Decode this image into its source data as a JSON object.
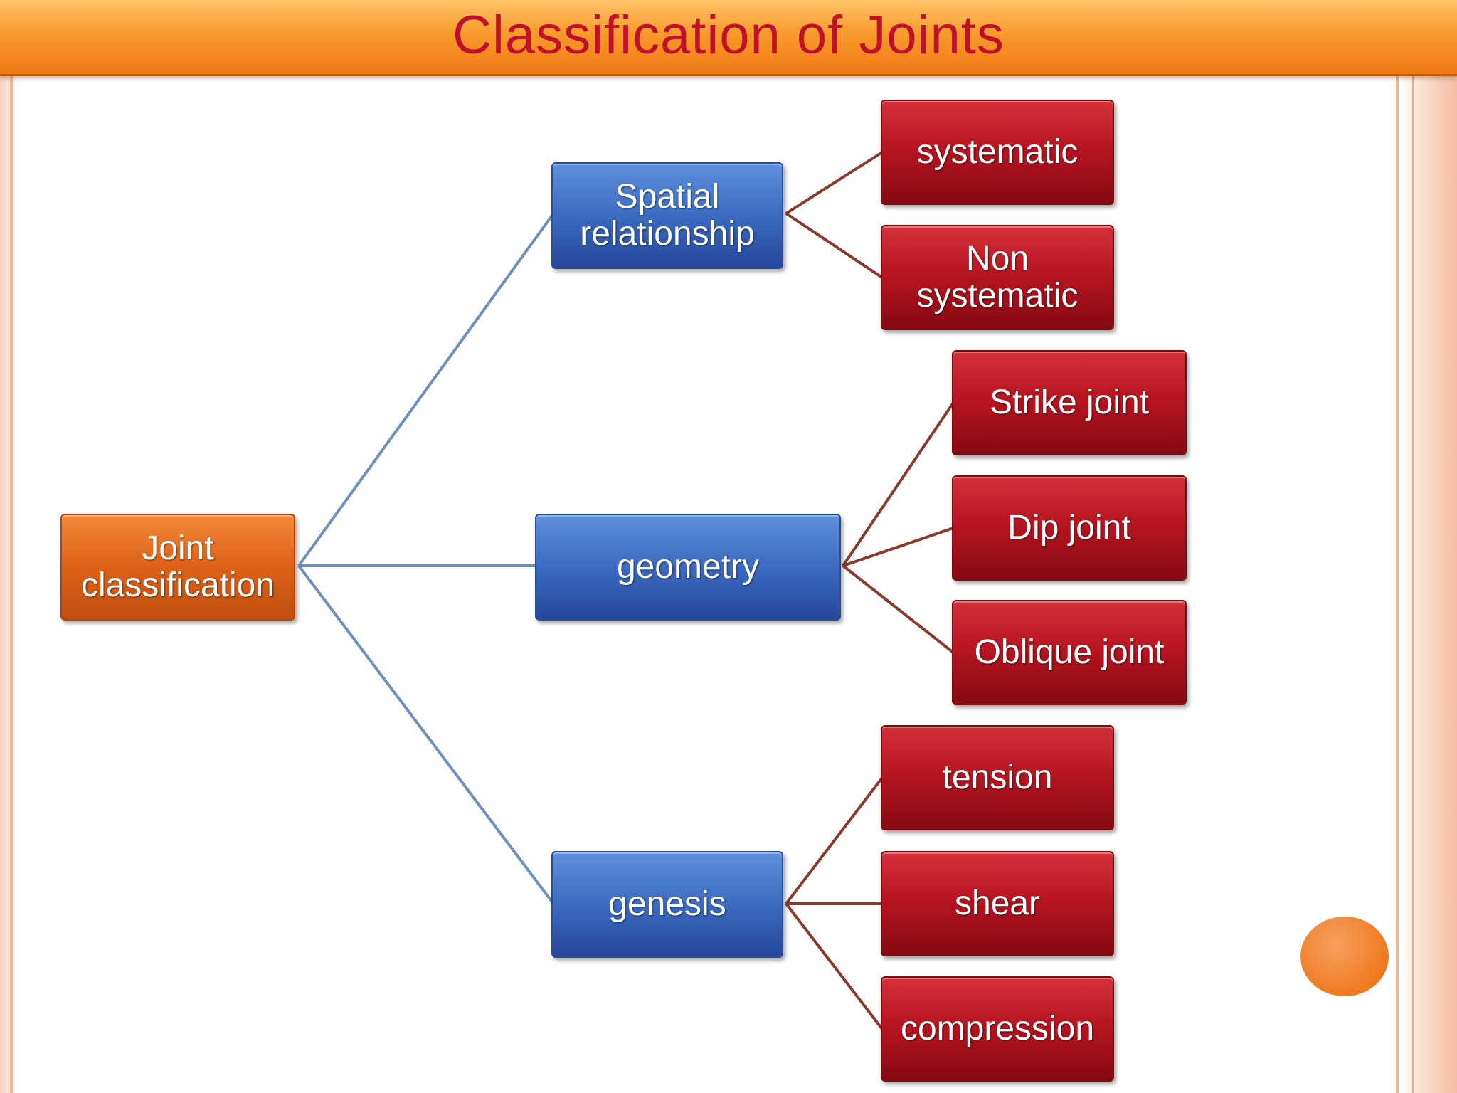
{
  "title": "Classification of Joints",
  "colors": {
    "title_text": "#c0102a",
    "title_bar": "#f99a2c",
    "root_box": "#e0641a",
    "category_box": "#3c6bc0",
    "leaf_box": "#b4141f",
    "root_connector": "#6f8fbf",
    "leaf_connector": "#8a3a2a"
  },
  "diagram": {
    "root": {
      "label": "Joint\nclassification"
    },
    "categories": [
      {
        "label": "Spatial\nrelationship",
        "children": [
          "systematic",
          "Non\nsystematic"
        ]
      },
      {
        "label": "geometry",
        "children": [
          "Strike joint",
          "Dip joint",
          "Oblique joint"
        ]
      },
      {
        "label": "genesis",
        "children": [
          "tension",
          "shear",
          "compression"
        ]
      }
    ]
  }
}
